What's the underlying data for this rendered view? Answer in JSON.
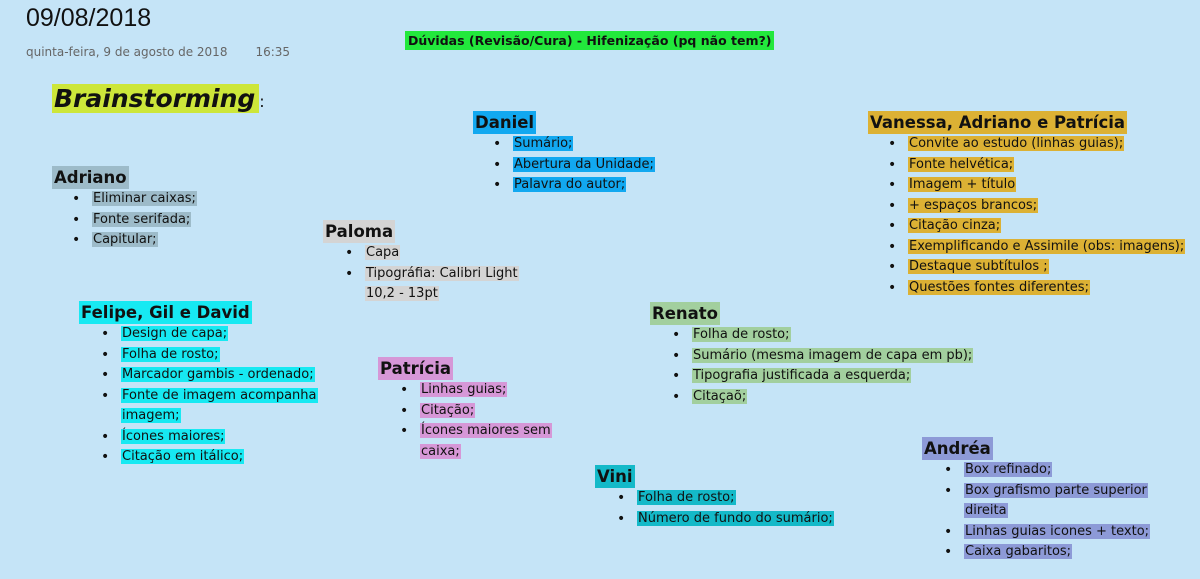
{
  "header": {
    "date": "09/08/2018",
    "weekday_date": "quinta-feira, 9 de agosto de 2018",
    "time": "16:35",
    "tag": "Dúvidas (Revisão/Cura) - Hifenização (pq não tem?)"
  },
  "brainstorming": {
    "title": "Brainstorming",
    "colon": ":"
  },
  "colors": {
    "page_bg": "#c5e4f7",
    "tag_green": "#22e83c",
    "brainstorm_yellow": "#cde63a",
    "adriano": "#9dbbc9",
    "daniel": "#12a8f0",
    "vanessa_adriano_patricia": "#dcb134",
    "paloma": "#d4d4d4",
    "felipe_gil_david": "#17e9f2",
    "patricia": "#d697d7",
    "renato": "#a2cf9e",
    "vini": "#14b9c8",
    "andrea": "#8d9ad7"
  },
  "groups": {
    "adriano": {
      "name": "Adriano",
      "items": [
        "Eliminar caixas;",
        "Fonte serifada;",
        "Capitular;"
      ]
    },
    "daniel": {
      "name": "Daniel",
      "items": [
        "Sumário;",
        "Abertura da Unidade;",
        "Palavra do autor;"
      ]
    },
    "vap": {
      "name": "Vanessa, Adriano e Patrícia",
      "items": [
        "Convite ao estudo (linhas guias);",
        "Fonte helvética;",
        "Imagem + título",
        "+ espaços brancos;",
        "Citação cinza;",
        "Exemplificando e Assimile (obs: imagens);",
        "Destaque subtítulos ;",
        "Questões fontes diferentes;"
      ]
    },
    "paloma": {
      "name": "Paloma",
      "items": [
        "Capa",
        "Tipográfia: Calibri Light",
        "10,2 - 13pt"
      ]
    },
    "felipe": {
      "name": "Felipe, Gil e David",
      "items": [
        "Design de capa;",
        "Folha de rosto;",
        "Marcador gambis - ordenado;",
        "Fonte de imagem acompanha",
        "imagem;",
        "Ícones maiores;",
        "Citação em itálico;"
      ]
    },
    "patricia": {
      "name": "Patrícia",
      "items": [
        "Linhas guias;",
        "Citação;",
        "Ícones maiores sem",
        "caixa;"
      ]
    },
    "renato": {
      "name": "Renato",
      "items": [
        "Folha de rosto;",
        "Sumário (mesma imagem de capa em pb);",
        "Tipografia justificada a esquerda;",
        "Citaçaõ;"
      ]
    },
    "vini": {
      "name": "Vini",
      "items": [
        "Folha de rosto;",
        "Número de fundo do sumário;"
      ]
    },
    "andrea": {
      "name": "Andréa",
      "items": [
        "Box refinado;",
        "Box grafismo parte superior",
        "direita",
        "Linhas guias icones + texto;",
        "Caixa gabaritos;"
      ]
    }
  }
}
